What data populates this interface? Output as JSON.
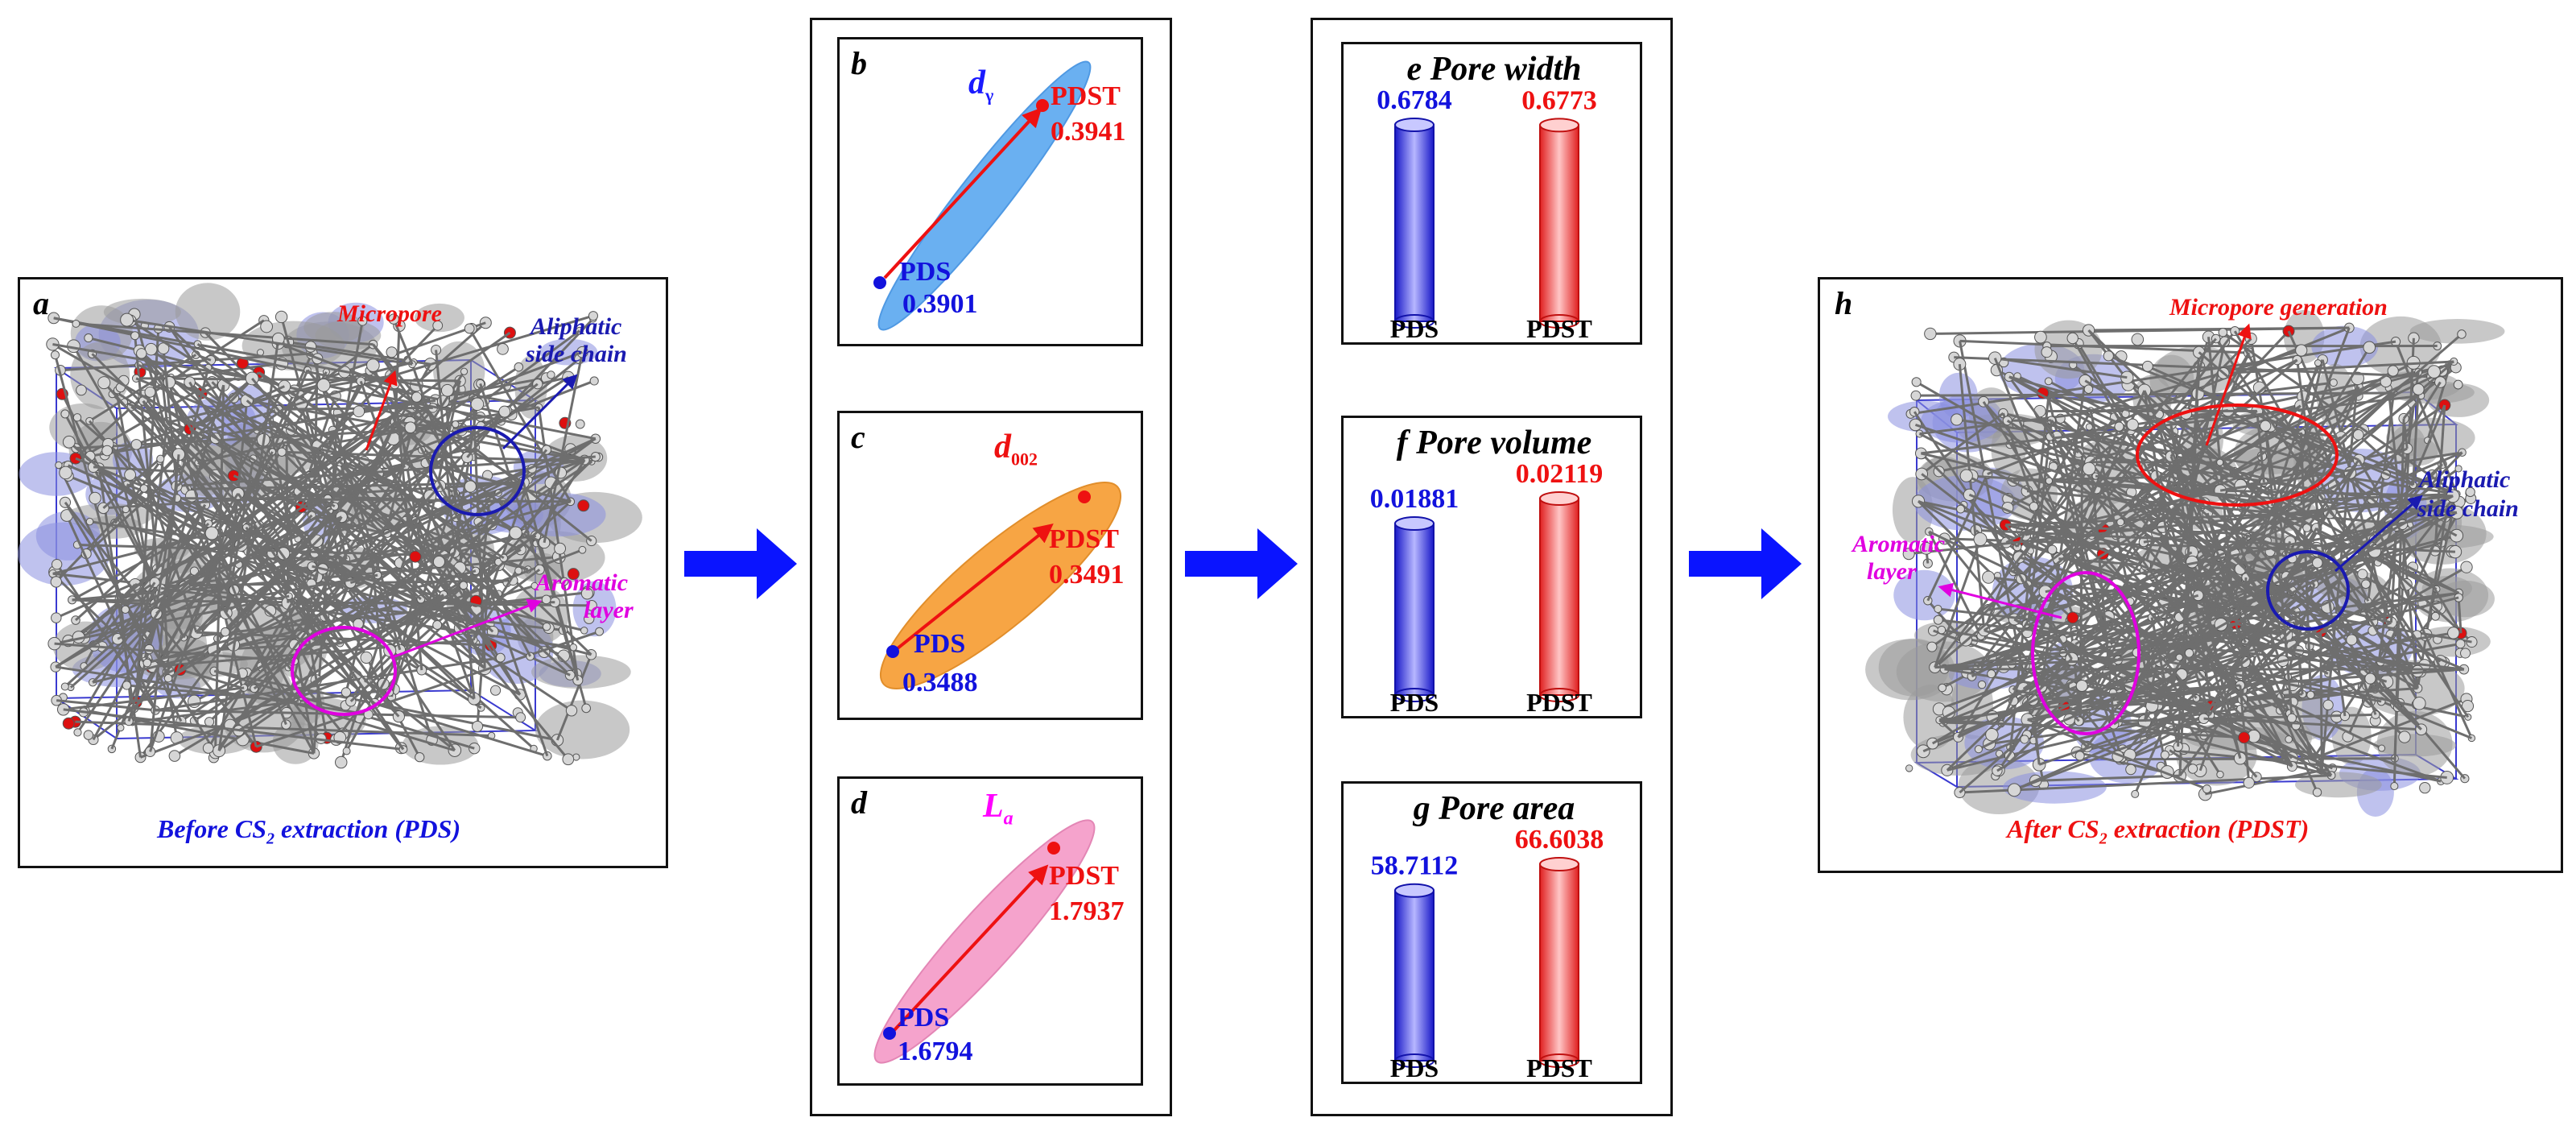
{
  "panel_a": {
    "letter": "a",
    "micropore": "Micropore",
    "aliphatic_1": "Aliphatic",
    "aliphatic_2": "side chain",
    "aromatic_1": "Aromatic",
    "aromatic_2": "layer",
    "caption_before": "Before CS",
    "caption_sub": "2",
    "caption_after": " extraction (",
    "caption_abbr": "PDS",
    "caption_close": ")"
  },
  "panel_h": {
    "letter": "h",
    "micropore": "Micropore generation",
    "aliphatic_1": "Aliphatic",
    "aliphatic_2": "side chain",
    "aromatic_1": "Aromatic",
    "aromatic_2": "layer",
    "caption_before": "After CS",
    "caption_sub": "2",
    "caption_after": " extraction (",
    "caption_abbr": "PDST",
    "caption_close": ")"
  },
  "panel_b": {
    "letter": "b",
    "param_main": "d",
    "param_sub": "γ",
    "start_label": "PDS",
    "start_value": "0.3901",
    "end_label": "PDST",
    "end_value": "0.3941",
    "color": "#1a1aff",
    "fill": "#5aa8f0"
  },
  "panel_c": {
    "letter": "c",
    "param_main": "d",
    "param_sub": "002",
    "start_label": "PDS",
    "start_value": "0.3488",
    "end_label": "PDST",
    "end_value": "0.3491",
    "color": "#ff1a1a",
    "fill": "#f7a13a"
  },
  "panel_d": {
    "letter": "d",
    "param_main": "L",
    "param_sub": "a",
    "start_label": "PDS",
    "start_value": "1.6794",
    "end_label": "PDST",
    "end_value": "1.7937",
    "color": "#ff00ff",
    "fill": "#f59ac7"
  },
  "colors": {
    "pds": "#1212dd",
    "pdst": "#ee1111",
    "arrow": "#0a14ff",
    "box_edge": "#2222cc"
  },
  "chart_data": [
    {
      "type": "bar",
      "panel": "e",
      "title": "Pore width",
      "categories": [
        "PDS",
        "PDST"
      ],
      "values": [
        0.6784,
        0.6773
      ],
      "labels": [
        "0.6784",
        "0.6773"
      ]
    },
    {
      "type": "bar",
      "panel": "f",
      "title": "Pore volume",
      "categories": [
        "PDS",
        "PDST"
      ],
      "values": [
        0.01881,
        0.02119
      ],
      "labels": [
        "0.01881",
        "0.02119"
      ]
    },
    {
      "type": "bar",
      "panel": "g",
      "title": "Pore area",
      "categories": [
        "PDS",
        "PDST"
      ],
      "values": [
        58.7112,
        66.6038
      ],
      "labels": [
        "58.7112",
        "66.6038"
      ]
    }
  ]
}
